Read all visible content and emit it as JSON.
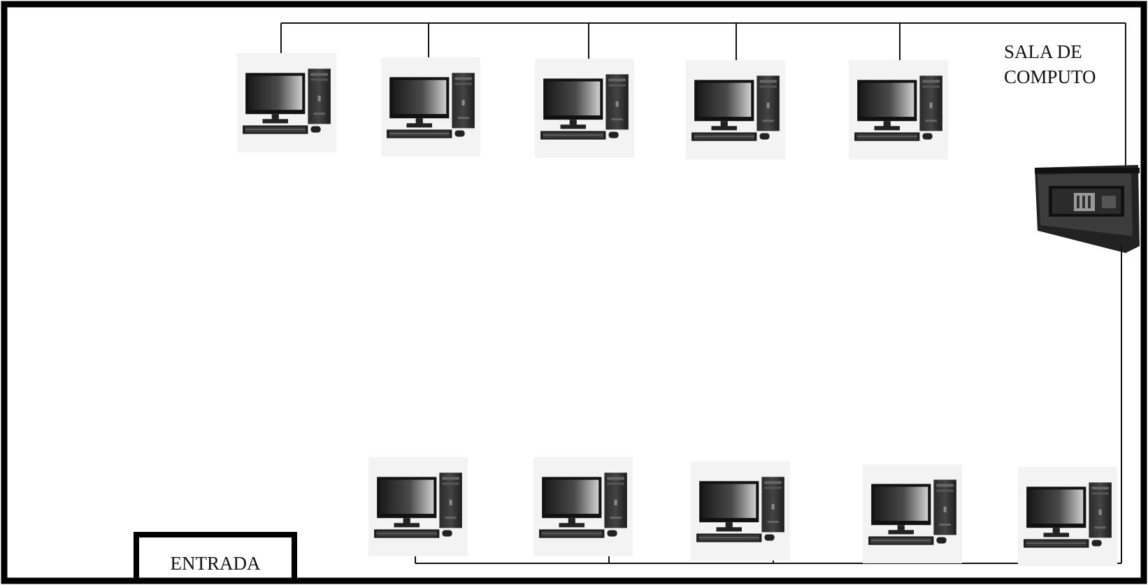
{
  "room": {
    "title_line1": "SALA DE",
    "title_line2": "COMPUTO"
  },
  "entrance": {
    "label": "ENTRADA"
  },
  "devices": {
    "workstations_top": [
      "computer-icon",
      "computer-icon",
      "computer-icon",
      "computer-icon",
      "computer-icon"
    ],
    "workstations_bottom": [
      "computer-icon",
      "computer-icon",
      "computer-icon",
      "computer-icon",
      "computer-icon"
    ],
    "network_device": "switch-rack-icon"
  },
  "colors": {
    "wall": "#000000",
    "cable": "#111111",
    "monitor_screen_dark": "#1a1a1a",
    "monitor_screen_light": "#bdbdbd",
    "tile_background": "#f3f3f3"
  }
}
